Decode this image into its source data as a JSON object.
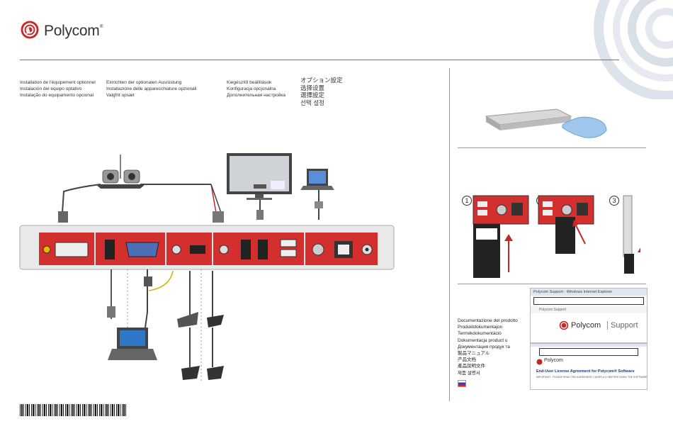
{
  "header": {
    "brand": "Polycom",
    "brand_mark": "®"
  },
  "titles": {
    "col1": [
      "Installation de l'équipement optionnel",
      "Instalación del equipo optativo",
      "Instalação do equipamento opcional"
    ],
    "col2": [
      "Einrichten der optionalen Ausrüstung",
      "Installazione delle apparecchiature opzionali",
      "Valgfrit opsæt"
    ],
    "col3": [
      "Kiegészítő beállítások",
      "Konfiguracja opcjonalna",
      "Дополнительная настройка"
    ],
    "col4": [
      "オプション設定",
      "选择设置",
      "選擇設定",
      "선택 설정"
    ]
  },
  "docs": {
    "lines": [
      "Documentazione del prodotto",
      "Produktdokumentajon",
      "Termékdokumentáció",
      "Dokumentacja product u",
      "Документация продук та",
      "製品マニュアル",
      "产品文档",
      "產品說明文件",
      "제품 설명서"
    ]
  },
  "steps": [
    "1",
    "2",
    "3"
  ],
  "browser": {
    "top_title": "Polycom Support - Windows Internet Explorer",
    "top_tab": "Polycom Support",
    "support_label": "Support",
    "bottom_logo": "Polycom",
    "license_title": "End-User License Agreement for Polycom® Software",
    "license_sub": "IMPORTANT - PLEASE READ THIS AGREEMENT CAREFULLY BEFORE USING THE SOFTWARE PRODUCT"
  },
  "colors": {
    "panel_red": "#d32f2f",
    "chassis": "#e9e9e9",
    "deco_ring": "#d7dde6"
  },
  "icons": [
    "polycom-logo-icon",
    "dvi-port-icon",
    "hdmi-port-icon",
    "vga-port-icon",
    "audio-jack-icon",
    "mic-port-icon",
    "usb-port-icon",
    "serial-port-icon",
    "lan-port-icon",
    "power-port-icon",
    "camera-icon",
    "monitor-icon",
    "laptop-icon",
    "mic-pod-icon",
    "hand-pointer-icon"
  ]
}
